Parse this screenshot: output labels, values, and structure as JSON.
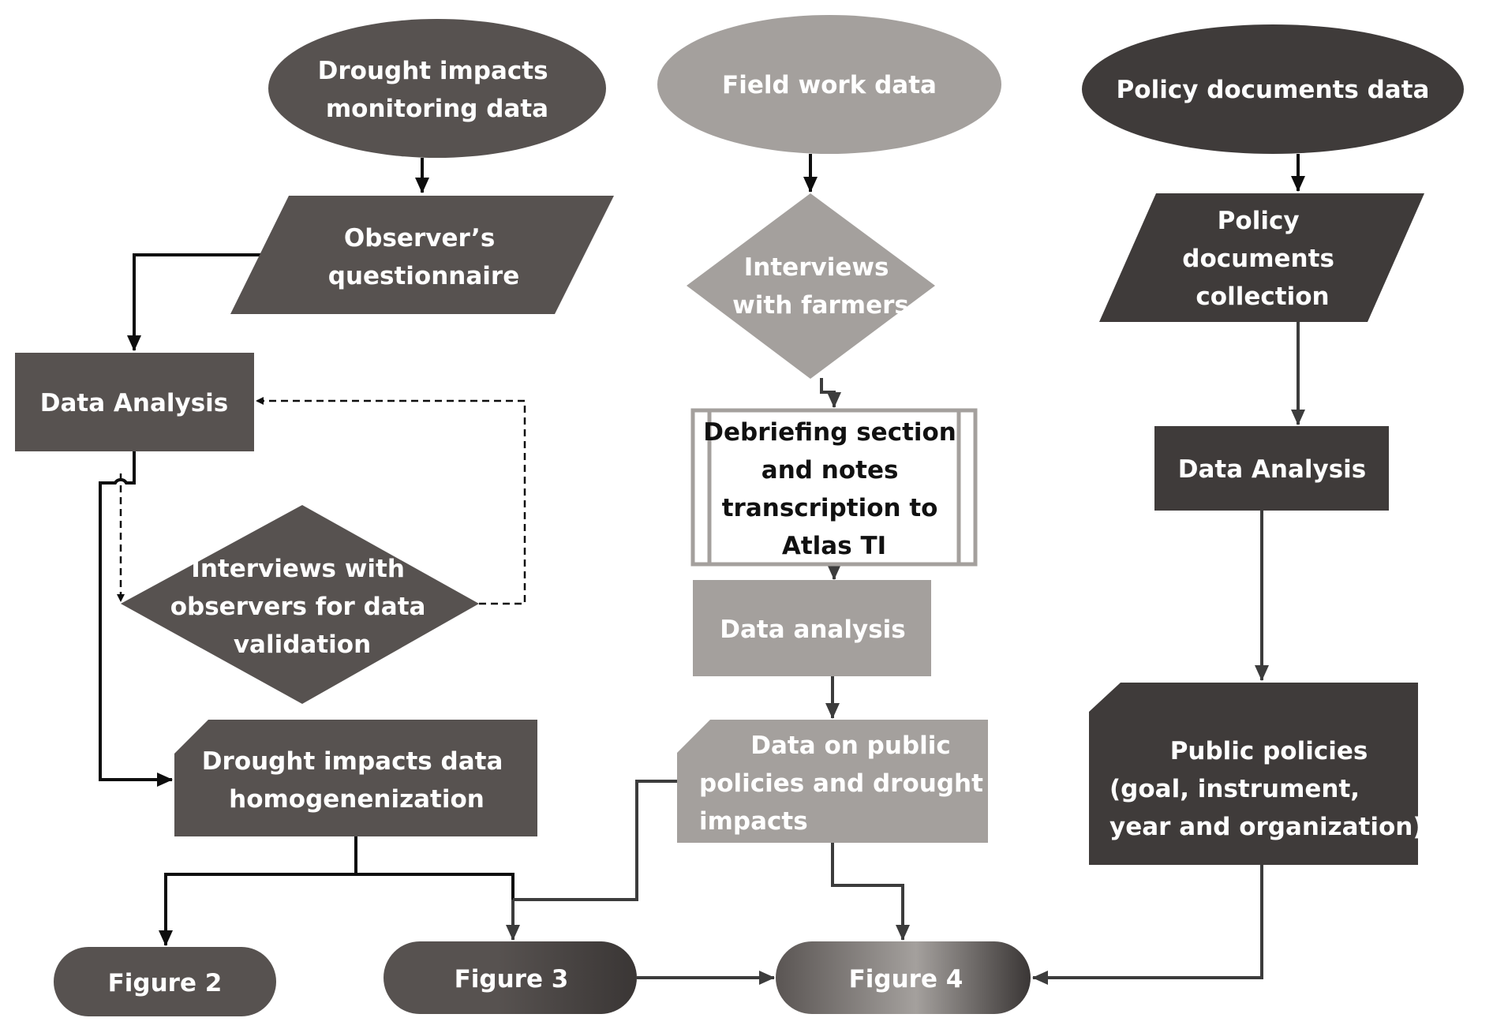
{
  "colors": {
    "monitoring": "#575250",
    "fieldwork": "#a4a09d",
    "policy": "#3f3b3a",
    "debrief_border": "#a4a09d",
    "debrief_fill": "#ffffff",
    "connector_black": "#0d0d0d",
    "connector_gray": "#3c3c3c"
  },
  "columns": {
    "monitoring": {
      "source": [
        "Drought impacts",
        "monitoring data"
      ],
      "questionnaire": [
        "Observer’s",
        "questionnaire"
      ],
      "analysis": [
        "Data Analysis"
      ],
      "validation": [
        "Interviews with",
        "observers for data",
        "validation"
      ],
      "homogenization": [
        "Drought impacts data",
        "homogenenization"
      ]
    },
    "fieldwork": {
      "source": [
        "Field work data"
      ],
      "interviews": [
        "Interviews",
        "with farmers"
      ],
      "debriefing": [
        "Debriefing section",
        "and notes",
        "transcription to",
        "Atlas TI"
      ],
      "analysis": [
        "Data analysis"
      ],
      "output": [
        "Data  on public",
        "policies and drought",
        "impacts"
      ]
    },
    "policy": {
      "source": [
        "Policy documents data"
      ],
      "collection": [
        "Policy",
        "documents",
        "collection"
      ],
      "analysis": [
        "Data Analysis"
      ],
      "output": [
        "Public policies",
        "(goal, instrument,",
        "year and organization)"
      ]
    }
  },
  "figures": {
    "figure2": "Figure 2",
    "figure3": "Figure 3",
    "figure4": "Figure 4"
  }
}
